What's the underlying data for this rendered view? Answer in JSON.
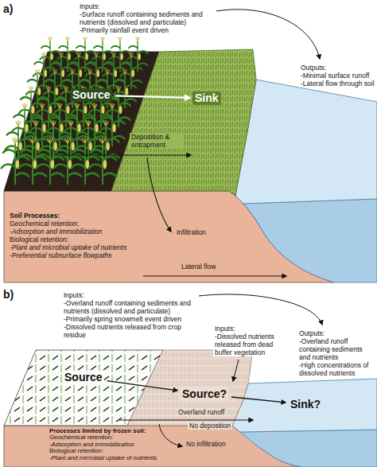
{
  "diagram": {
    "nodes": [
      {
        "text": [
          "Source"
        ]
      },
      {
        "text": [
          "Sink"
        ]
      },
      {
        "text": [
          "Source"
        ]
      },
      {
        "text": [
          "Source?"
        ]
      },
      {
        "text": [
          "Sink?"
        ]
      }
    ],
    "edges": [
      {
        "from": 0,
        "to": 1,
        "arrow": "to"
      },
      {
        "from": 2,
        "to": 3,
        "arrow": "to"
      },
      {
        "from": 3,
        "to": 4,
        "arrow": "to"
      }
    ],
    "labels": [
      "a)",
      "Inputs:",
      "-Surface runoff containing sediments and nutrients (dissolved and particulate)",
      "-Primarily rainfall event driven",
      "Outputs:",
      "-Minimal surface runoff",
      "-Lateral flow through soil",
      "Deposition & entrapment",
      "Soil Processes:",
      "Geochemical retention:",
      "-Adsorption and immobilization",
      "Biological retention:",
      "-Plant and microbial uptake of nutrients",
      "-Preferential subsurface flowpaths",
      "Infiltration",
      "Lateral flow",
      "b)",
      "Inputs:",
      "-Overland runoff containing sediments and nutrients (dissolved and particulate)",
      "-Primarily spring snowmelt event driven",
      "-Dissolved nutrients released from crop residue",
      "Inputs:",
      "-Dissolved nutrients released from dead buffer vegetation",
      "Outputs:",
      "-Overland runoff containing sediments and nutrients",
      "-High concentrations of dissolved nutrients",
      "Overland runoff",
      "No deposition",
      "No infiltration",
      "Processes limited by frozen soil:",
      "Geochemical retention:",
      "-Adsorption and immobilization",
      "Biological retention:",
      "-Plant and microbial uptake of nutrients"
    ]
  }
}
